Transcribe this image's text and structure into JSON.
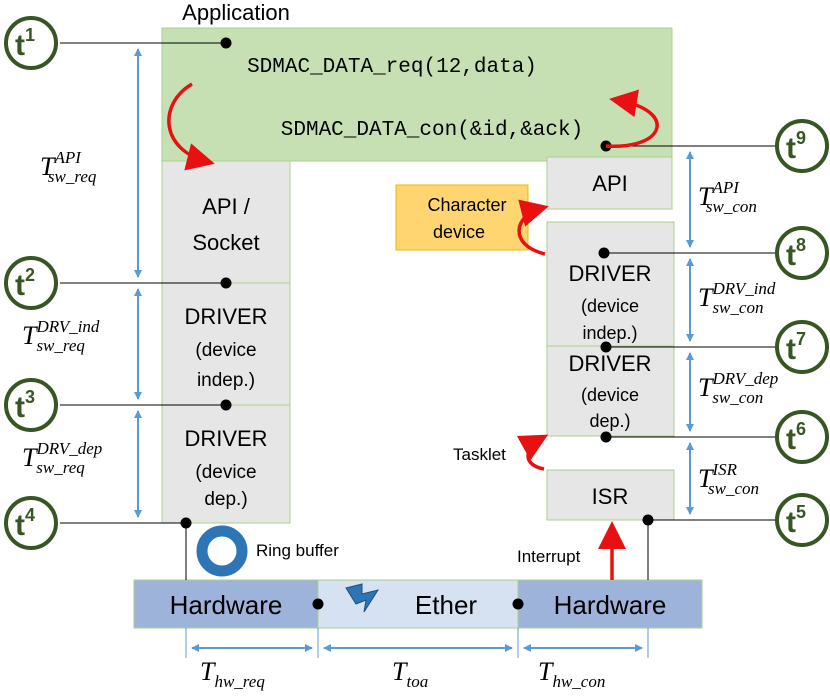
{
  "application": {
    "title": "Application",
    "req_call": "SDMAC_DATA_req(12,data)",
    "con_call": "SDMAC_DATA_con(&id,&ack)"
  },
  "tx_stack": {
    "api_line1": "API /",
    "api_line2": "Socket",
    "drv_ind_line1": "DRIVER",
    "drv_ind_line2": "(device",
    "drv_ind_line3": "indep.)",
    "drv_dep_line1": "DRIVER",
    "drv_dep_line2": "(device",
    "drv_dep_line3": "dep.)"
  },
  "rx_stack": {
    "api": "API",
    "drv_ind_line1": "DRIVER",
    "drv_ind_line2": "(device",
    "drv_ind_line3": "indep.)",
    "drv_dep_line1": "DRIVER",
    "drv_dep_line2": "(device",
    "drv_dep_line3": "dep.)",
    "isr": "ISR"
  },
  "char_device": {
    "line1": "Character",
    "line2": "device"
  },
  "labels": {
    "tasklet": "Tasklet",
    "interrupt": "Interrupt",
    "ring_buffer": "Ring buffer"
  },
  "bottom": {
    "hardware_left": "Hardware",
    "ether": "Ether",
    "hardware_right": "Hardware"
  },
  "timestamps": [
    {
      "base": "t",
      "sup": "1"
    },
    {
      "base": "t",
      "sup": "2"
    },
    {
      "base": "t",
      "sup": "3"
    },
    {
      "base": "t",
      "sup": "4"
    },
    {
      "base": "t",
      "sup": "5"
    },
    {
      "base": "t",
      "sup": "6"
    },
    {
      "base": "t",
      "sup": "7"
    },
    {
      "base": "t",
      "sup": "8"
    },
    {
      "base": "t",
      "sup": "9"
    }
  ],
  "durations": {
    "sw_req_api": {
      "base": "T",
      "sub": "sw_req",
      "sup": "API"
    },
    "sw_req_drv_ind": {
      "base": "T",
      "sub": "sw_req",
      "sup": "DRV_ind"
    },
    "sw_req_drv_dep": {
      "base": "T",
      "sub": "sw_req",
      "sup": "DRV_dep"
    },
    "sw_con_api": {
      "base": "T",
      "sub": "sw_con",
      "sup": "API"
    },
    "sw_con_drv_ind": {
      "base": "T",
      "sub": "sw_con",
      "sup": "DRV_ind"
    },
    "sw_con_drv_dep": {
      "base": "T",
      "sub": "sw_con",
      "sup": "DRV_dep"
    },
    "sw_con_isr": {
      "base": "T",
      "sub": "sw_con",
      "sup": "ISR"
    },
    "hw_req": {
      "base": "T",
      "sub": "hw_req"
    },
    "toa": {
      "base": "T",
      "sub": "toa"
    },
    "hw_con": {
      "base": "T",
      "sub": "hw_con"
    }
  },
  "colors": {
    "app_green": "#c6e0b4",
    "app_border": "#a9d08e",
    "stack_gray": "#e7e6e6",
    "hardware_blue": "#9db3d9",
    "ether_blue": "#d6e1f1",
    "char_orange": "#ffd572",
    "measure_blue": "#5b9bd5",
    "arrow_red": "#e81010",
    "badge_green": "#375623"
  }
}
